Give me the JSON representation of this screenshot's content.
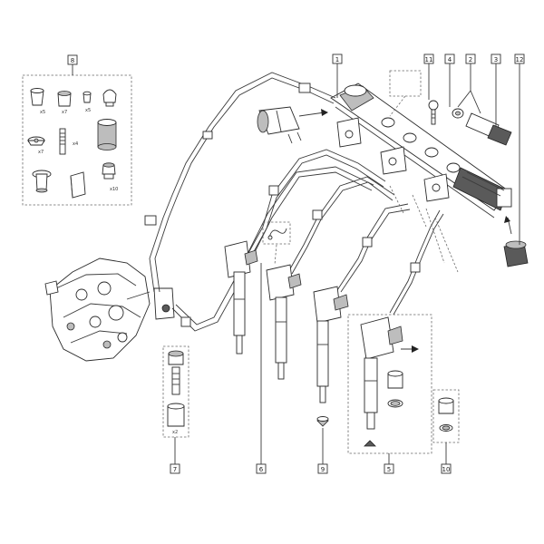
{
  "callouts": [
    {
      "id": "c1",
      "label": "1"
    },
    {
      "id": "c2",
      "label": "2"
    },
    {
      "id": "c3",
      "label": "3"
    },
    {
      "id": "c4",
      "label": "4"
    },
    {
      "id": "c5",
      "label": "5"
    },
    {
      "id": "c6",
      "label": "6"
    },
    {
      "id": "c7",
      "label": "7"
    },
    {
      "id": "c8",
      "label": "8"
    },
    {
      "id": "c9",
      "label": "9"
    },
    {
      "id": "c10",
      "label": "10"
    },
    {
      "id": "c11",
      "label": "11"
    },
    {
      "id": "c12",
      "label": "12"
    }
  ],
  "kit_quantities": {
    "q1": "x5",
    "q2": "x7",
    "q3": "x5",
    "q4": "x7",
    "q5": "x4",
    "q6": "x10",
    "q7": "x2"
  }
}
